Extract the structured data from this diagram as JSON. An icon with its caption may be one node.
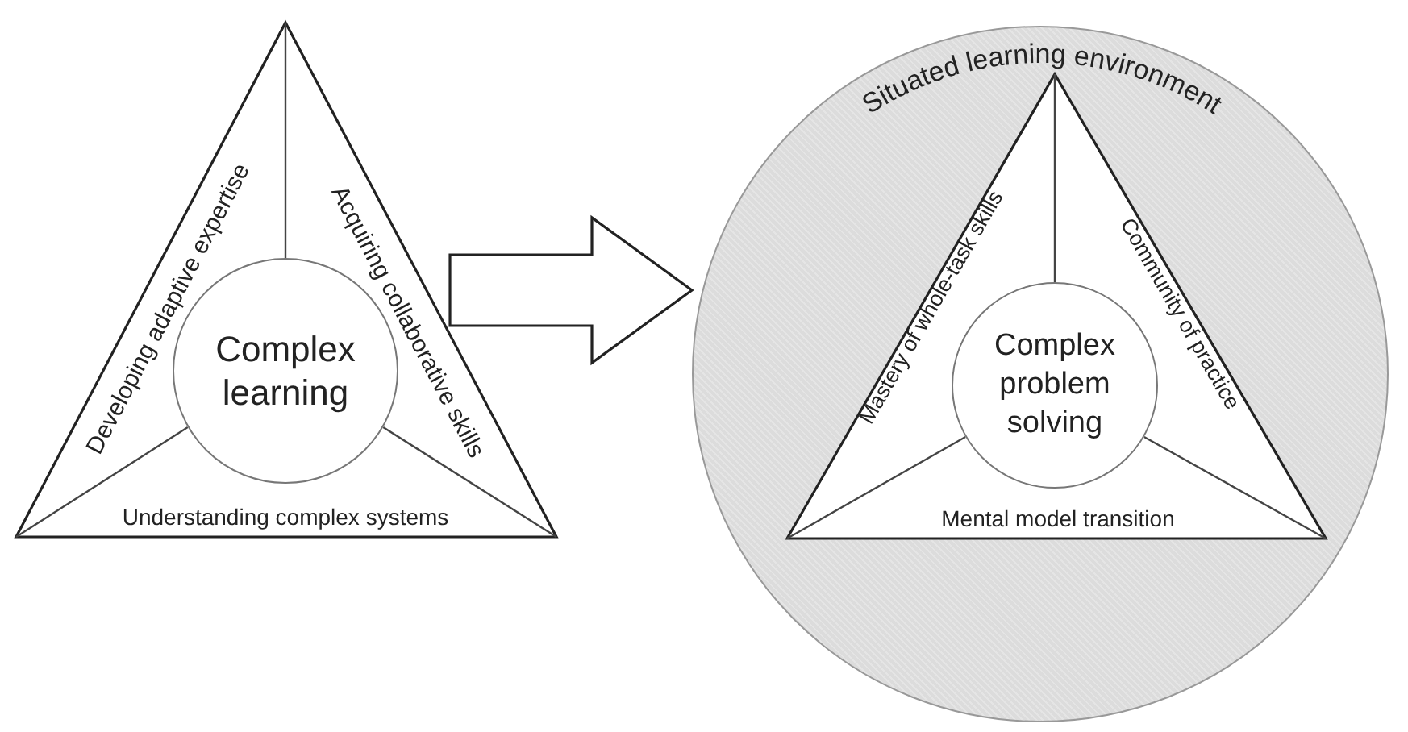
{
  "diagram": {
    "nodes": [
      {
        "text": [
          "Developing adaptive expertise",
          "Acquiring collaborative skills",
          "Understanding complex systems"
        ]
      },
      {
        "text": [
          "Complex learning"
        ],
        "in": 0
      },
      {
        "text": [
          "Situated learning environment"
        ]
      },
      {
        "text": [
          "Mastery of whole-task skills",
          "Community of practice",
          "Mental model transition"
        ],
        "in": 2
      },
      {
        "text": [
          "Complex problem solving"
        ],
        "in": 3
      }
    ],
    "edges": [
      {
        "from": 0,
        "to": 2,
        "arrow": "to"
      }
    ]
  }
}
